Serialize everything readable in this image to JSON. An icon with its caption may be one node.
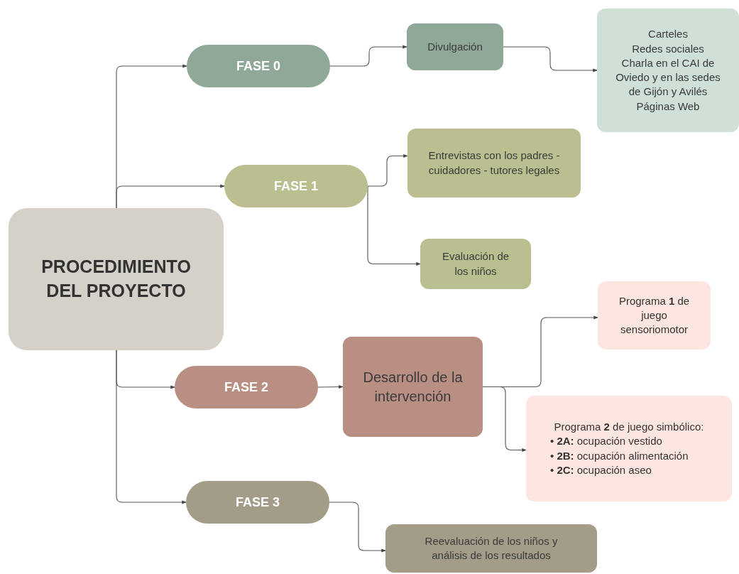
{
  "diagram": {
    "nodes": [
      {
        "text": [
          "PROCEDIMIENTO DEL PROYECTO"
        ]
      },
      {
        "text": [
          "FASE 0"
        ]
      },
      {
        "text": [
          "Divulgación"
        ]
      },
      {
        "text": [
          "Carteles",
          "Redes sociales",
          "Charla en el CAI de Oviedo y en las sedes de Gijón y Avilés",
          "Páginas Web"
        ]
      },
      {
        "text": [
          "FASE 1"
        ]
      },
      {
        "text": [
          "Entrevistas con los padres - cuidadores - tutores legales"
        ]
      },
      {
        "text": [
          "Evaluación de los niños"
        ]
      },
      {
        "text": [
          "FASE 2"
        ]
      },
      {
        "text": [
          "Desarrollo de la intervención"
        ]
      },
      {
        "text": [
          "Programa **1** de juego sensoriomotor"
        ]
      },
      {
        "text": [
          "Programa **2** de juego simbólico:",
          "• **2A:** ocupación vestido",
          "• **2B:** ocupación alimentación",
          "• **2C:** ocupación aseo"
        ]
      },
      {
        "text": [
          "FASE 3"
        ]
      },
      {
        "text": [
          "Reevaluación de los niños y análisis de los resultados"
        ]
      }
    ],
    "edges": [
      {
        "from": 0,
        "to": 1,
        "arrow": "to"
      },
      {
        "from": 0,
        "to": 4,
        "arrow": "to"
      },
      {
        "from": 0,
        "to": 7,
        "arrow": "to"
      },
      {
        "from": 0,
        "to": 11,
        "arrow": "to"
      },
      {
        "from": 1,
        "to": 2,
        "arrow": "to"
      },
      {
        "from": 2,
        "to": 3,
        "arrow": "to"
      },
      {
        "from": 4,
        "to": 5,
        "arrow": "to"
      },
      {
        "from": 4,
        "to": 6,
        "arrow": "to"
      },
      {
        "from": 7,
        "to": 8,
        "arrow": "to"
      },
      {
        "from": 8,
        "to": 9,
        "arrow": "to"
      },
      {
        "from": 8,
        "to": 10,
        "arrow": "to"
      },
      {
        "from": 11,
        "to": 12,
        "arrow": "to"
      }
    ]
  }
}
